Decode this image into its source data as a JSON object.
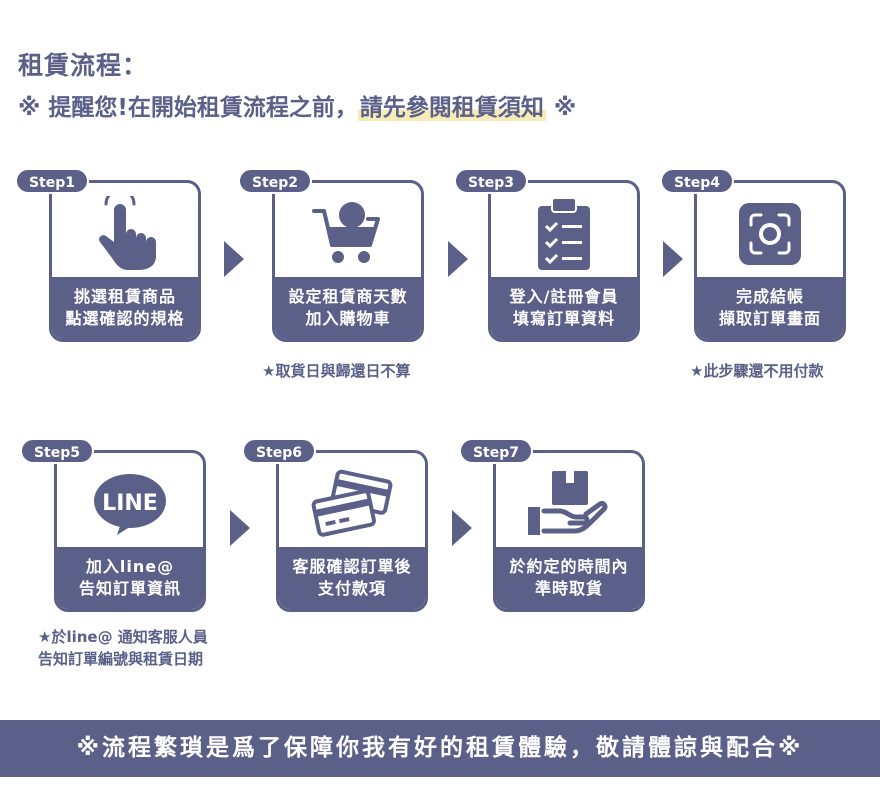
{
  "title": "租賃流程：",
  "notice": {
    "prefix": "※ 提醒您!在開始租賃流程之前，",
    "highlight": "請先參閱租賃須知",
    "suffix": " ※"
  },
  "steps": [
    {
      "badge": "Step1",
      "line1": "挑選租賃商品",
      "line2": "點選確認的規格",
      "icon": "pointing-hand-icon"
    },
    {
      "badge": "Step2",
      "line1": "設定租賃商天數",
      "line2": "加入購物車",
      "icon": "shopping-cart-icon"
    },
    {
      "badge": "Step3",
      "line1": "登入/註冊會員",
      "line2": "填寫訂單資料",
      "icon": "clipboard-checklist-icon"
    },
    {
      "badge": "Step4",
      "line1": "完成結帳",
      "line2": "擷取訂單畫面",
      "icon": "screenshot-icon"
    },
    {
      "badge": "Step5",
      "line1": "加入line@",
      "line2": "告知訂單資訊",
      "icon": "line-logo-icon",
      "logo_text": "LINE"
    },
    {
      "badge": "Step6",
      "line1": "客服確認訂單後",
      "line2": "支付款項",
      "icon": "credit-cards-icon"
    },
    {
      "badge": "Step7",
      "line1": "於約定的時間內",
      "line2": "準時取貨",
      "icon": "hand-package-icon"
    }
  ],
  "notes": {
    "step2": "★取貨日與歸還日不算",
    "step4": "★此步驟還不用付款",
    "step5_line1": "★於line@ 通知客服人員",
    "step5_line2": "告知訂單編號與租賃日期"
  },
  "footer": "※流程繁瑣是爲了保障你我有好的租賃體驗，敬請體諒與配合※",
  "colors": {
    "primary": "#5b6089",
    "highlight": "#f6ecb7",
    "background": "#ffffff"
  }
}
